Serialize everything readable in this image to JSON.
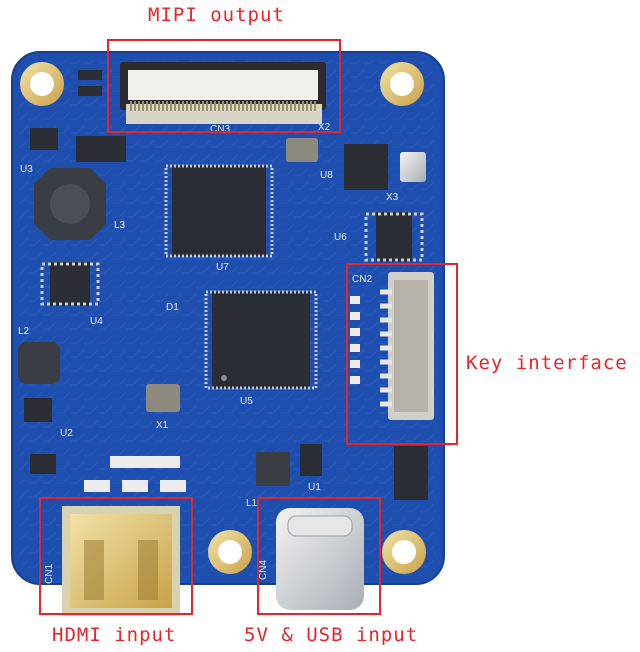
{
  "callouts": {
    "mipi": "MIPI output",
    "key": "Key interface",
    "hdmi": "HDMI input",
    "usb": "5V & USB input"
  },
  "silkscreen": {
    "cn3": "CN3",
    "x2": "X2",
    "u3": "U3",
    "u8": "U8",
    "x3": "X3",
    "l3": "L3",
    "u6": "U6",
    "u7": "U7",
    "cn2": "CN2",
    "d1": "D1",
    "u4": "U4",
    "l2": "L2",
    "u5": "U5",
    "x1": "X1",
    "u2": "U2",
    "u1": "U1",
    "l1": "L1",
    "cn1": "CN1",
    "cn4": "CN4"
  },
  "colors": {
    "pcb": "#1f4fae",
    "pcb_edge": "#2b62c8",
    "callout": "#e4252b",
    "gold": "#c9a24a",
    "ic": "#2a2d33"
  }
}
